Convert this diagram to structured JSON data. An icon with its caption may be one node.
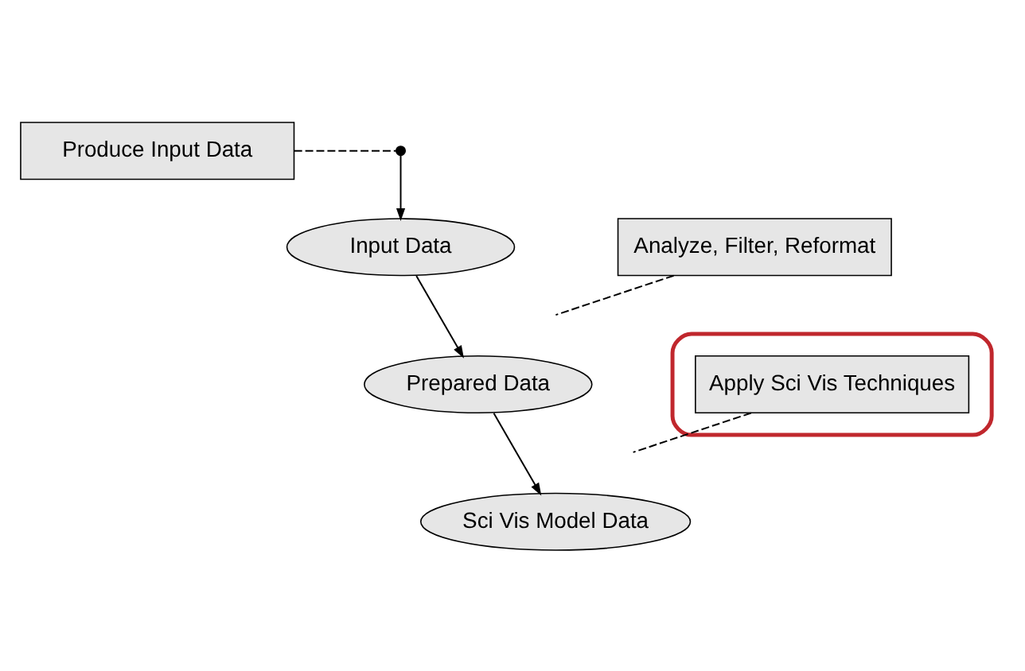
{
  "diagram": {
    "nodes": [
      {
        "text": [],
        "shape": "dot"
      },
      {
        "text": [
          "Input Data"
        ]
      },
      {
        "text": [
          "Prepared Data"
        ]
      },
      {
        "text": [
          "Sci Vis Model Data"
        ]
      },
      {
        "text": [
          "Produce Input Data"
        ]
      },
      {
        "text": [
          "Analyze, Filter, Reformat"
        ]
      },
      {
        "text": [],
        "shape": "ellipse"
      },
      {
        "text": [
          "Apply Sci Vis Techniques"
        ],
        "in": 6
      }
    ],
    "edges": [
      {
        "from": 0,
        "to": 1,
        "arrow": "to"
      },
      {
        "from": 1,
        "to": 2,
        "arrow": "to"
      },
      {
        "from": 2,
        "to": 3,
        "arrow": "to"
      },
      {
        "from": 4,
        "to": 0,
        "arrow": "none",
        "style": "dashed"
      },
      {
        "from": 5,
        "to": null,
        "arrow": "none",
        "style": "dashed"
      },
      {
        "from": 7,
        "to": null,
        "arrow": "none",
        "style": "dashed"
      }
    ]
  }
}
